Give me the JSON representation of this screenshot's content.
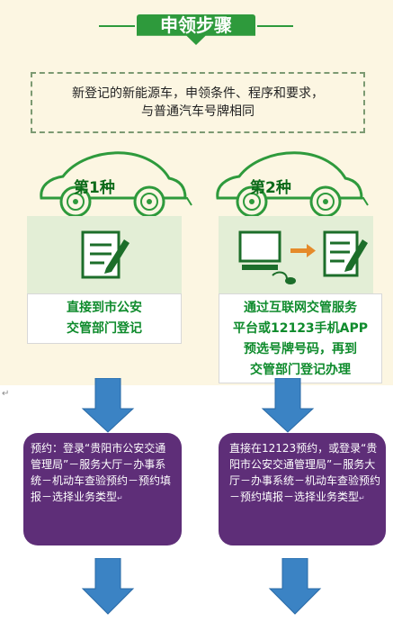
{
  "title": "申领步骤",
  "intro": {
    "line1": "新登记的新能源车，申领条件、程序和要求，",
    "line2": "与普通汽车号牌相同"
  },
  "methods": [
    {
      "badge": "第1种",
      "icon": "document-pen-icon",
      "text_lines": [
        "直接到市公安",
        "交管部门登记"
      ]
    },
    {
      "badge": "第2种",
      "icon": "computer-to-document-icon",
      "text_lines": [
        "通过互联网交管服务",
        "平台或12123手机APP",
        "预选号牌号码，再到",
        "交管部门登记办理"
      ]
    }
  ],
  "steps": [
    {
      "text": "预约：登录“贵阳市公安交通管理局”－服务大厅－办事系统－机动车查验预约－预约填报－选择业务类型"
    },
    {
      "text": "直接在12123预约，或登录“贵阳市公安交通管理局”－服务大厅－办事系统－机动车查验预约－预约填报－选择业务类型"
    }
  ],
  "colors": {
    "accent_green": "#2e9a3c",
    "text_green": "#0e8b2c",
    "card_bg": "#e3eed6",
    "panel_bg": "#fcf6e2",
    "step_purple": "#5e2e78",
    "arrow_blue": "#3b83c4"
  }
}
